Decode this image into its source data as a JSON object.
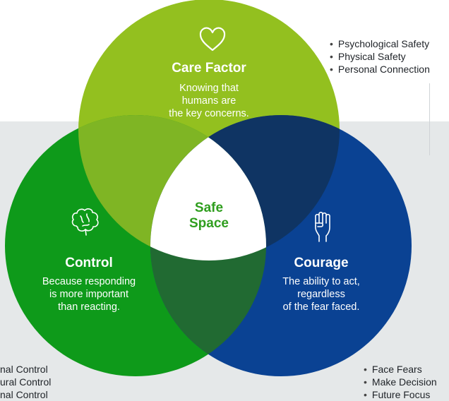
{
  "care": {
    "title": "Care Factor",
    "description": [
      "Knowing that",
      "humans are",
      "the key concerns."
    ],
    "icon": "heart-icon",
    "color": "#93c01f",
    "bullets": [
      "Psychological Safety",
      "Physical Safety",
      "Personal Connection"
    ]
  },
  "control": {
    "title": "Control",
    "description": [
      "Because responding",
      "is more important",
      "than reacting."
    ],
    "icon": "brain-icon",
    "color": "#0e9a1a",
    "bullets": [
      "nal Control",
      "ural Control",
      "nal Control"
    ]
  },
  "courage": {
    "title": "Courage",
    "description": [
      "The ability to act,",
      "regardless",
      "of the fear faced."
    ],
    "icon": "raised-fist-icon",
    "color": "#0a4293",
    "bullets": [
      "Face Fears",
      "Make Decision",
      "Future Focus"
    ]
  },
  "center": {
    "lines": [
      "Safe",
      "Space"
    ],
    "color": "#ffffff",
    "text_color": "#2f9e1e"
  },
  "overlap_colors": {
    "care_control": "#7fb524",
    "care_courage": "#0f3463",
    "control_courage": "#216a32"
  },
  "background_band_color": "#e5e8e9"
}
